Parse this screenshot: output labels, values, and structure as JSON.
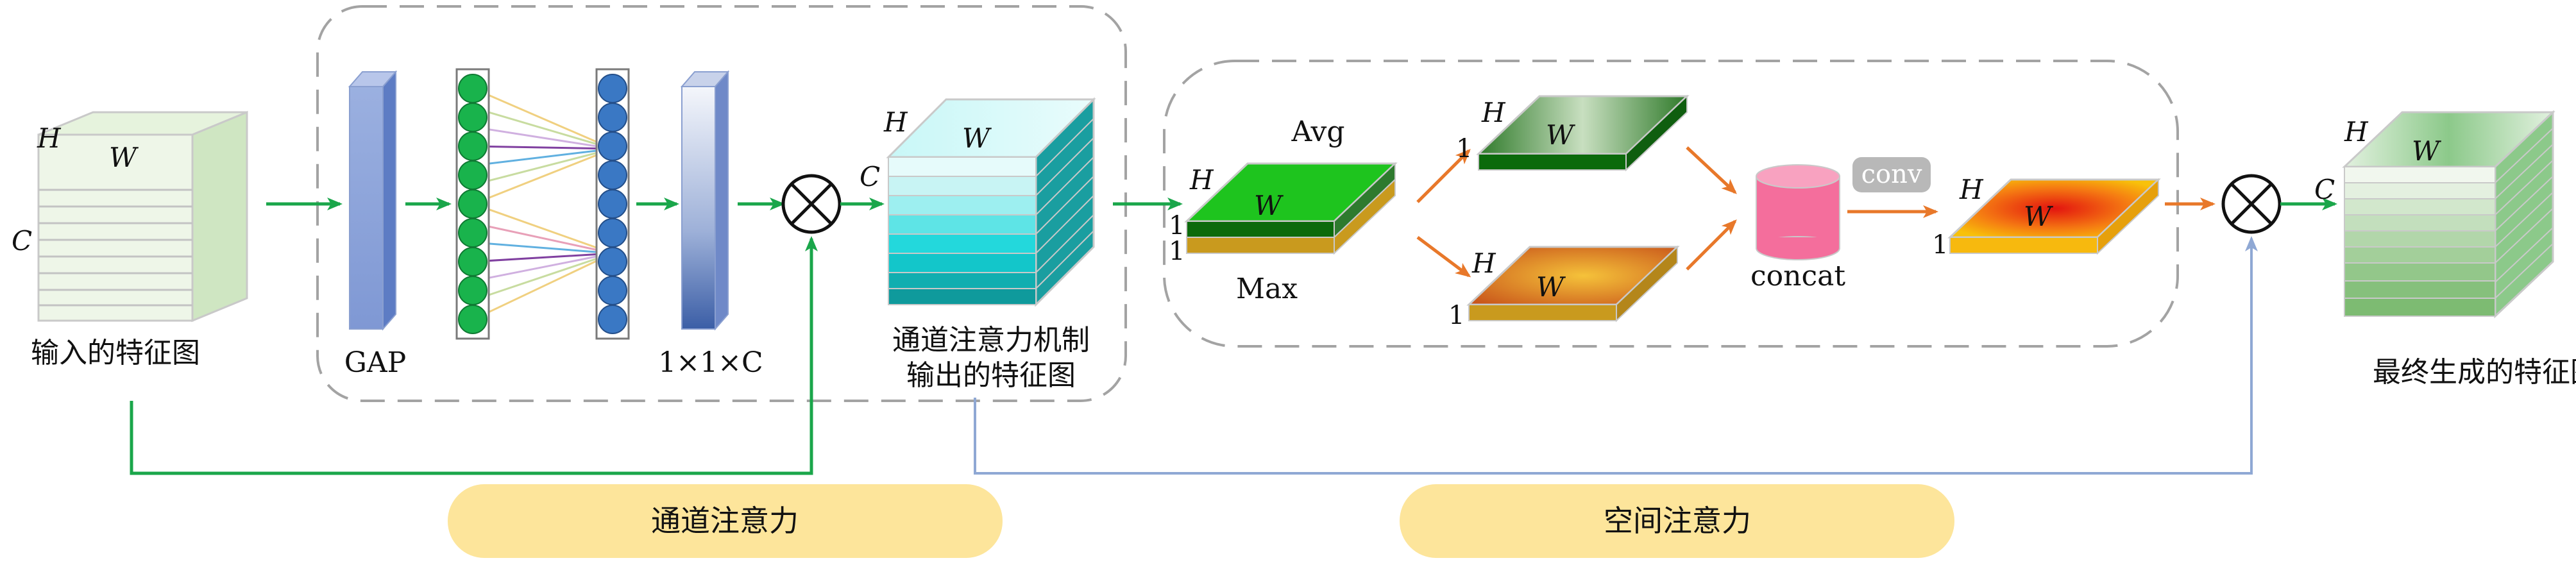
{
  "input": {
    "h": "H",
    "w": "W",
    "c": "C",
    "caption": "输入的特征图"
  },
  "channel_block": {
    "gap_label": "GAP",
    "vector_label": "1×1×C",
    "output_h": "H",
    "output_w": "W",
    "output_c": "C",
    "output_caption_1": "通道注意力机制",
    "output_caption_2": "输出的特征图"
  },
  "spatial_block": {
    "pool": {
      "avg": "Avg",
      "max": "Max",
      "h": "H",
      "w": "W",
      "one_a": "1",
      "one_b": "1"
    },
    "avg_map": {
      "h": "H",
      "w": "W",
      "one": "1"
    },
    "max_map": {
      "h": "H",
      "w": "W",
      "one": "1"
    },
    "concat_label": "concat",
    "conv_label": "conv",
    "attn_map": {
      "h": "H",
      "w": "W",
      "one": "1"
    }
  },
  "output": {
    "h": "H",
    "w": "W",
    "c": "C",
    "caption": "最终生成的特征图"
  },
  "legend": {
    "channel": "通道注意力",
    "spatial": "空间注意力"
  },
  "colors": {
    "green_arrow": "#1aa64a",
    "orange_arrow": "#e8782a",
    "blue_line": "#8fa8d4",
    "pill": "#fde59b"
  }
}
